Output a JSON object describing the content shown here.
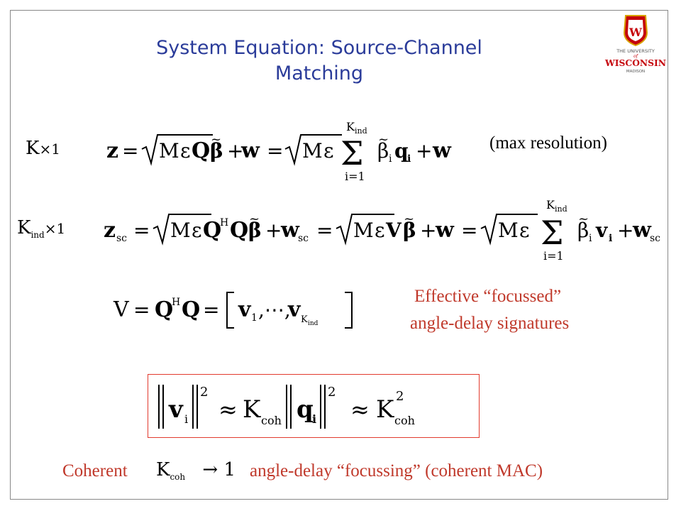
{
  "slide": {
    "title_line1": "System Equation: Source-Channel",
    "title_line2": "Matching",
    "logo": {
      "name": "uw-madison-crest-logo",
      "text_top": "THE UNIVERSITY",
      "text_of": "of",
      "text_main": "WISCONSIN",
      "text_bottom": "MADISON",
      "colors": {
        "red": "#c5050c",
        "gold": "#d8a200"
      }
    },
    "dims": {
      "row1": {
        "base": "K",
        "times": "×1"
      },
      "row2": {
        "base": "K",
        "sub": "ind",
        "times": "×1"
      }
    },
    "notes": {
      "max_resolution": "(max resolution)",
      "effective_line1": "Effective “focussed”",
      "effective_line2": "angle-delay signatures"
    },
    "bottom": {
      "coherent": "Coherent",
      "rest": "angle-delay “focussing” (coherent MAC)",
      "k_coh_base": "K",
      "k_coh_sub": "coh",
      "arrow_one": "→ 1"
    },
    "colors": {
      "title": "#2b3c9a",
      "accent_red": "#c0392b",
      "box_border": "#e23b2e"
    }
  }
}
